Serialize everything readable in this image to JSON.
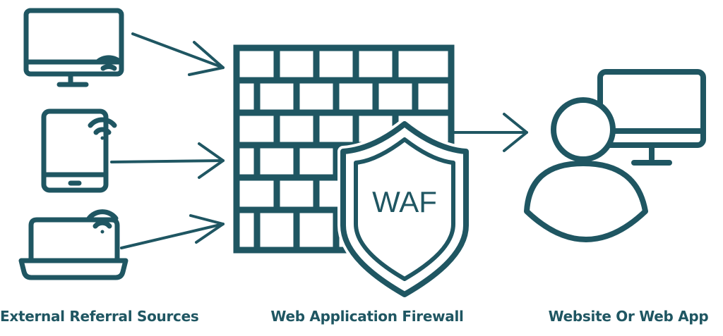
{
  "colors": {
    "stroke": "#1f5662",
    "caption": "#1f5662",
    "background": "#ffffff"
  },
  "icons": {
    "sources": [
      "desktop-monitor-wifi-icon",
      "tablet-wifi-icon",
      "laptop-wifi-icon"
    ],
    "firewall": "brick-wall-icon",
    "shield": "shield-icon",
    "destination": "user-with-monitor-icon"
  },
  "shield": {
    "label": "WAF"
  },
  "captions": {
    "sources": "External Referral Sources",
    "firewall": "Web Application Firewall",
    "destination": "Website Or Web App"
  }
}
